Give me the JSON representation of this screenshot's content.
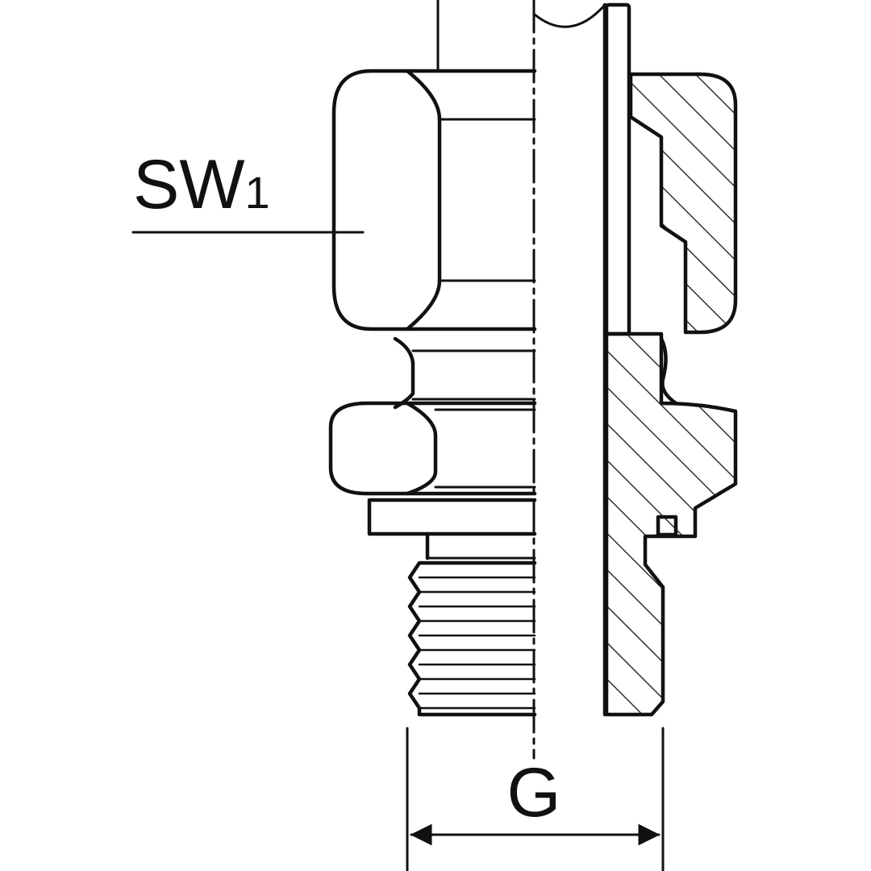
{
  "drawing": {
    "labels": {
      "wrench_size": "SW",
      "wrench_size_index": "1",
      "thread": "G"
    },
    "colors": {
      "ink": "#111111",
      "background": "#ffffff"
    }
  }
}
